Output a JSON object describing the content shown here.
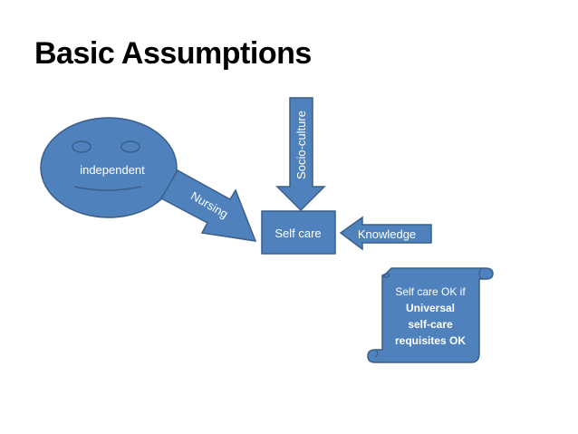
{
  "slide": {
    "title": "Basic Assumptions"
  },
  "diagram": {
    "face_label": "independent",
    "nursing_label": "Nursing",
    "socio_label": "Socio-culture",
    "selfcare_label": "Self care",
    "knowledge_label": "Knowledge",
    "scroll_lines": [
      "Self care OK if",
      "Universal",
      "self-care",
      "requisites OK"
    ]
  },
  "colors": {
    "fill": "#4f81bd",
    "stroke": "#3a5f8a",
    "text": "#ffffff",
    "title": "#000000"
  }
}
